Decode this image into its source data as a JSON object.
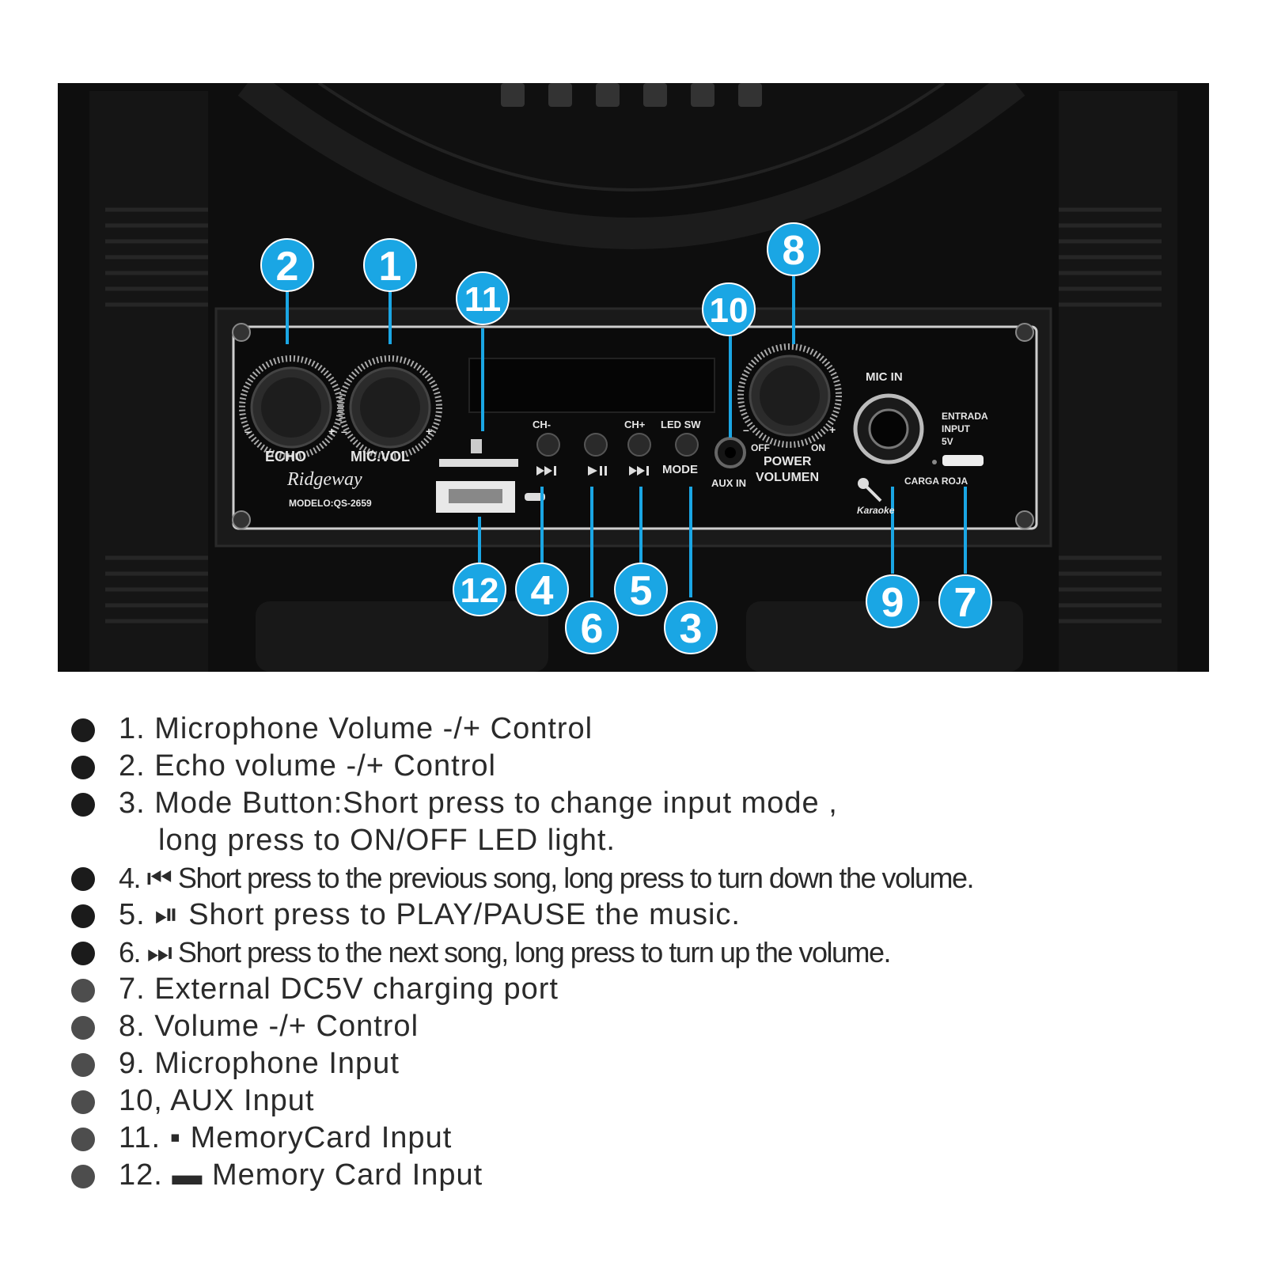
{
  "panel": {
    "brand": "Ridgeway",
    "model": "MODELO:QS-2659",
    "echo_label": "ECHO",
    "micvol_label": "MIC.VOL",
    "ch_minus": "CH-",
    "ch_plus": "CH+",
    "led_sw": "LED SW",
    "mode_label": "MODE",
    "aux_in": "AUX IN",
    "off_label": "OFF",
    "on_label": "ON",
    "power_label": "POWER",
    "volumen_label": "VOLUMEN",
    "mic_in": "MIC IN",
    "entrada": "ENTRADA",
    "input": "INPUT",
    "five_v": "5V",
    "carga_roja": "CARGA ROJA",
    "karaoke": "Karaoke",
    "minus": "–",
    "plus": "+"
  },
  "callouts": [
    {
      "label": "1"
    },
    {
      "label": "2"
    },
    {
      "label": "3"
    },
    {
      "label": "4"
    },
    {
      "label": "5"
    },
    {
      "label": "6"
    },
    {
      "label": "7"
    },
    {
      "label": "8"
    },
    {
      "label": "9"
    },
    {
      "label": "10"
    },
    {
      "label": "11"
    },
    {
      "label": "12"
    }
  ],
  "legend": [
    "1. Microphone Volume -/+ Control",
    "2. Echo volume -/+ Control",
    "3. Mode Button:Short press to change input mode ,",
    "long press to ON/OFF LED light.",
    "4. ⏮ Short press to the previous song, long press to turn down the volume.",
    "5. ⏯ Short press to PLAY/PAUSE the music.",
    "6. ⏭ Short press to the next song, long press to turn up the volume.",
    "7. External DC5V charging port",
    "8. Volume -/+ Control",
    "9. Microphone Input",
    "10, AUX Input",
    "11. ▪ MemoryCard Input",
    "12. ▬ Memory Card Input"
  ],
  "colors": {
    "callout": "#1aa6e4",
    "photo_bg": "#0d0d0d"
  }
}
